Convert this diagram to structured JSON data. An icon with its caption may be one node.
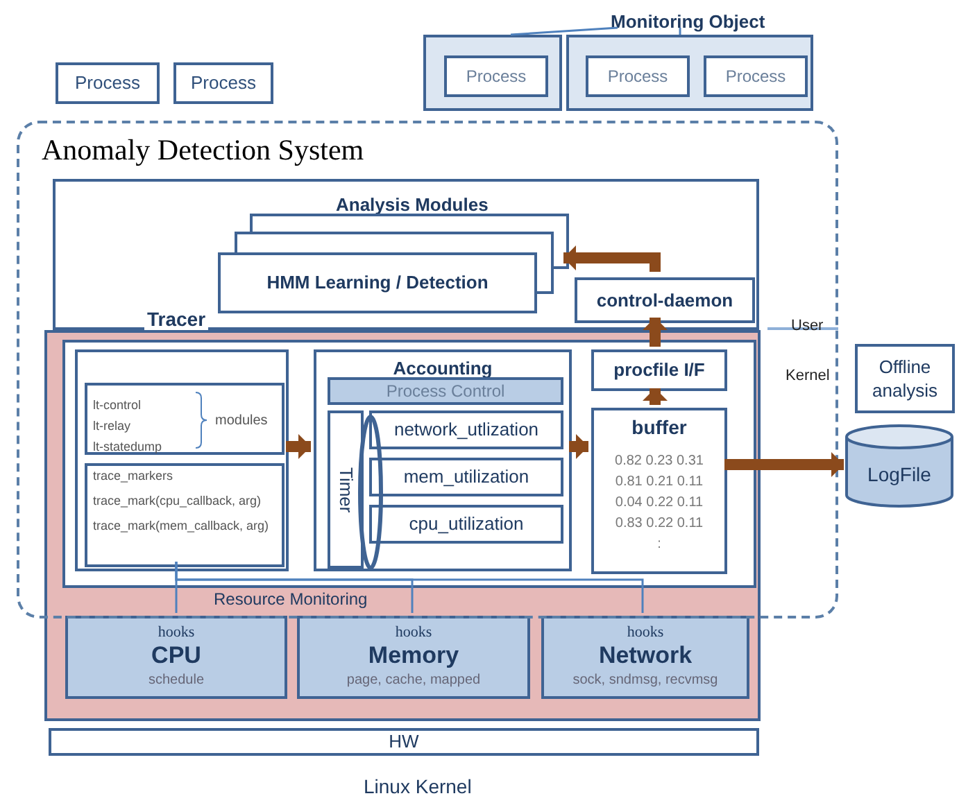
{
  "diagram": {
    "nodes": [
      {
        "text": [
          "Process"
        ]
      },
      {
        "text": [
          "Process"
        ]
      },
      {
        "text": [
          "Monitoring Object"
        ]
      },
      {
        "text": [],
        "shape": "box"
      },
      {
        "text": [
          "Process"
        ],
        "in": 3
      },
      {
        "text": [],
        "shape": "box"
      },
      {
        "text": [
          "Process"
        ],
        "in": 5
      },
      {
        "text": [
          "Process"
        ],
        "in": 5
      },
      {
        "text": [
          "Anomaly Detection System"
        ]
      },
      {
        "text": [],
        "shape": "box",
        "in": 8
      },
      {
        "text": [
          "Analysis Modules",
          "HMM Learning / Detection"
        ],
        "in": 9
      },
      {
        "text": [
          "control-daemon"
        ],
        "in": 9
      },
      {
        "text": [
          "Resource Monitoring"
        ]
      },
      {
        "text": [],
        "shape": "box"
      },
      {
        "text": [],
        "shape": "box",
        "in": 13
      },
      {
        "text": [
          "lt-control",
          "lt-relay",
          "lt-statedump",
          "modules"
        ],
        "in": 14
      },
      {
        "text": [
          "trace_markers",
          "trace_mark(cpu_callback, arg)",
          "trace_mark(mem_callback, arg)"
        ],
        "in": 14
      },
      {
        "text": [
          "Accounting"
        ],
        "in": 13
      },
      {
        "text": [
          "Process Control"
        ],
        "in": 17
      },
      {
        "text": [
          "Timer"
        ],
        "in": 17
      },
      {
        "text": [
          "network_utlization"
        ],
        "in": 17
      },
      {
        "text": [
          "mem_utilization"
        ],
        "in": 17
      },
      {
        "text": [
          "cpu_utilization"
        ],
        "in": 17
      },
      {
        "text": [
          "procfile I/F"
        ],
        "in": 13
      },
      {
        "text": [
          "buffer",
          "0.82 0.23 0.31",
          "0.81 0.21 0.11",
          "0.04 0.22 0.11",
          "0.83 0.22 0.11",
          ":"
        ],
        "in": 13
      },
      {
        "text": [
          "LogFile"
        ]
      },
      {
        "text": [
          "Offline analysis"
        ]
      },
      {
        "text": [
          "hooks",
          "CPU",
          "schedule"
        ],
        "in": 12
      },
      {
        "text": [
          "hooks",
          "Memory",
          "page, cache, mapped"
        ],
        "in": 12
      },
      {
        "text": [
          "hooks",
          "Network",
          "sock, sndmsg, recvmsg"
        ],
        "in": 12
      },
      {
        "text": [
          "HW"
        ]
      },
      {
        "text": [],
        "shape": "ellipse",
        "in": 17
      }
    ],
    "edges": [
      {
        "from": 2,
        "to": 3,
        "arrow": "none",
        "color": "#4f81bd"
      },
      {
        "from": 2,
        "to": 5,
        "arrow": "none",
        "color": "#4f81bd"
      },
      {
        "from": 14,
        "to": 17,
        "arrow": "to"
      },
      {
        "from": 17,
        "to": 24,
        "arrow": "to"
      },
      {
        "from": 24,
        "to": 23,
        "arrow": "to"
      },
      {
        "from": 23,
        "to": 11,
        "arrow": "to"
      },
      {
        "from": 11,
        "to": 10,
        "arrow": "to"
      },
      {
        "from": 24,
        "to": 25,
        "arrow": "to"
      },
      {
        "from": 16,
        "to": 27,
        "arrow": "none",
        "color": "#4f81bd"
      },
      {
        "from": 16,
        "to": 28,
        "arrow": "none",
        "color": "#4f81bd"
      },
      {
        "from": 16,
        "to": 29,
        "arrow": "none",
        "color": "#4f81bd"
      }
    ],
    "labels": [
      "Tracer",
      "User",
      "Kernel",
      "Linux Kernel"
    ]
  }
}
